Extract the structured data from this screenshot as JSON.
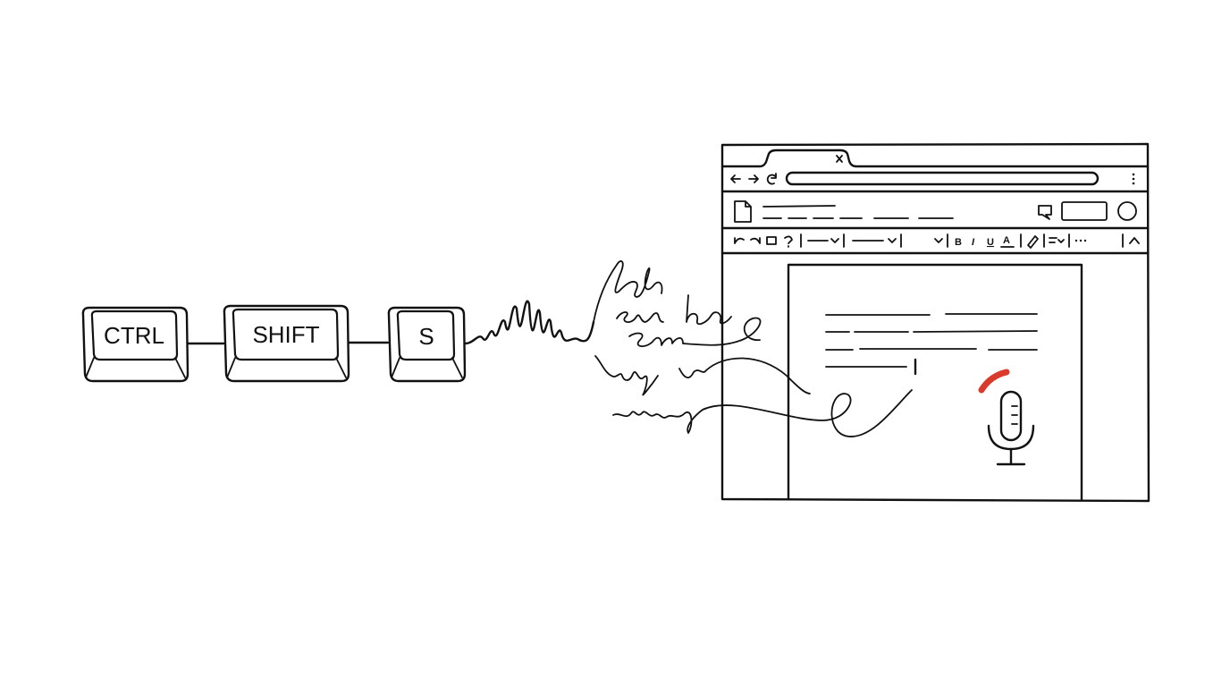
{
  "keys": [
    {
      "label": "CTRL"
    },
    {
      "label": "SHIFT"
    },
    {
      "label": "S"
    }
  ],
  "toolbar": {
    "bold_label": "B",
    "italic_label": "I",
    "underline_label": "U",
    "text_color_label": "A"
  },
  "colors": {
    "ink": "#111111",
    "accent": "#d93a2b",
    "background": "#ffffff"
  },
  "icons": {
    "back": "arrow-left-icon",
    "forward": "arrow-right-icon",
    "reload": "reload-icon",
    "menu": "kebab-menu-icon",
    "document": "document-icon",
    "comment": "comment-icon",
    "account": "avatar-circle",
    "microphone": "microphone-icon"
  }
}
